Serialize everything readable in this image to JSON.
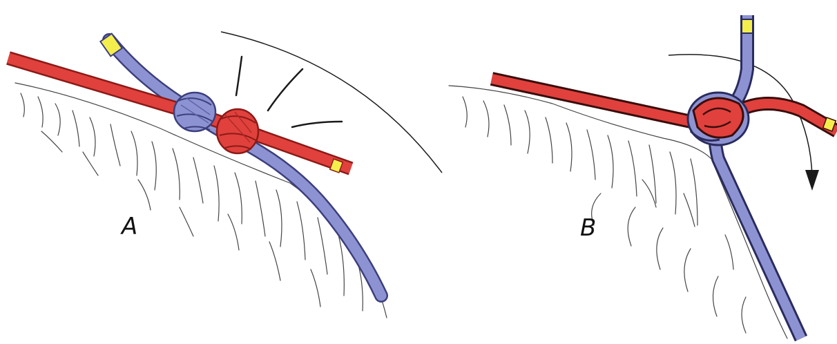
{
  "figure": {
    "panels": [
      {
        "id": "A",
        "label": "A"
      },
      {
        "id": "B",
        "label": "B"
      }
    ]
  },
  "colors": {
    "background": "#ffffff",
    "red_rope": "#e0413d",
    "red_rope_dark": "#8b1a17",
    "blue_rope": "#8d93d2",
    "blue_rope_dark": "#3c3f7c",
    "rope_tip": "#f4ee4c",
    "ink": "#1a1a1a",
    "rock_lines": "#444444"
  },
  "icons": [
    "overhand-knot-icon",
    "flat-overhand-knot-icon",
    "pull-direction-arrow-icon",
    "rock-edge-icon"
  ]
}
